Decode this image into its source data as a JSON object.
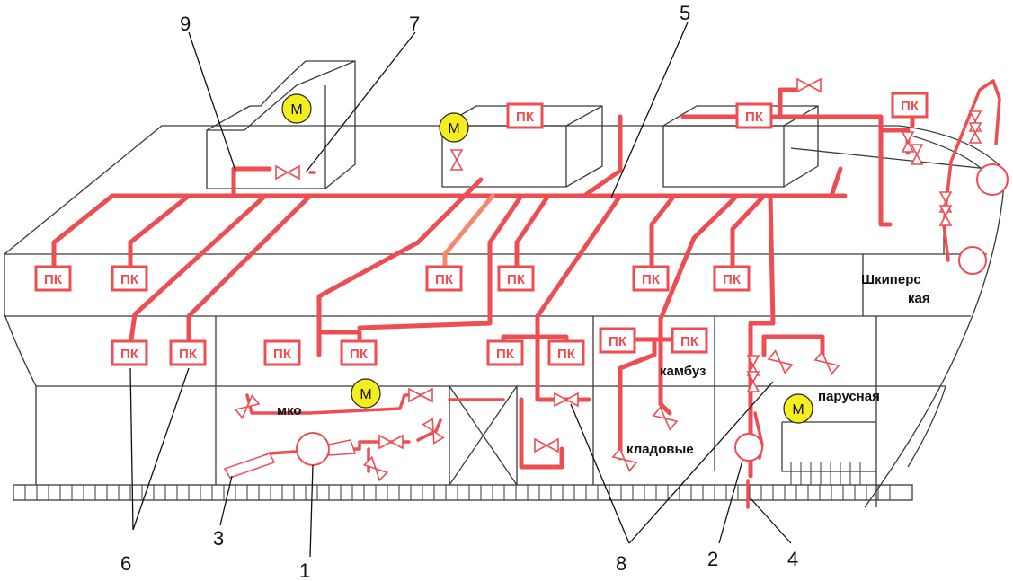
{
  "callouts": {
    "n1": "1",
    "n2": "2",
    "n3": "3",
    "n4": "4",
    "n5": "5",
    "n6": "6",
    "n7": "7",
    "n8": "8",
    "n9": "9"
  },
  "rooms": {
    "mko": "мко",
    "kambuz": "камбуз",
    "kladovye": "кладовые",
    "parusnaya": "парусная",
    "shkiper_line1": "Шкиперс",
    "shkiper_line2": "кая"
  },
  "labels": {
    "pk": "ПК",
    "motor": "М"
  },
  "colors": {
    "pipe": "#ee4d52",
    "pipe_light": "#f48a6d",
    "motor_fill": "#f4ee1f",
    "hull": "#3a3a3a"
  }
}
